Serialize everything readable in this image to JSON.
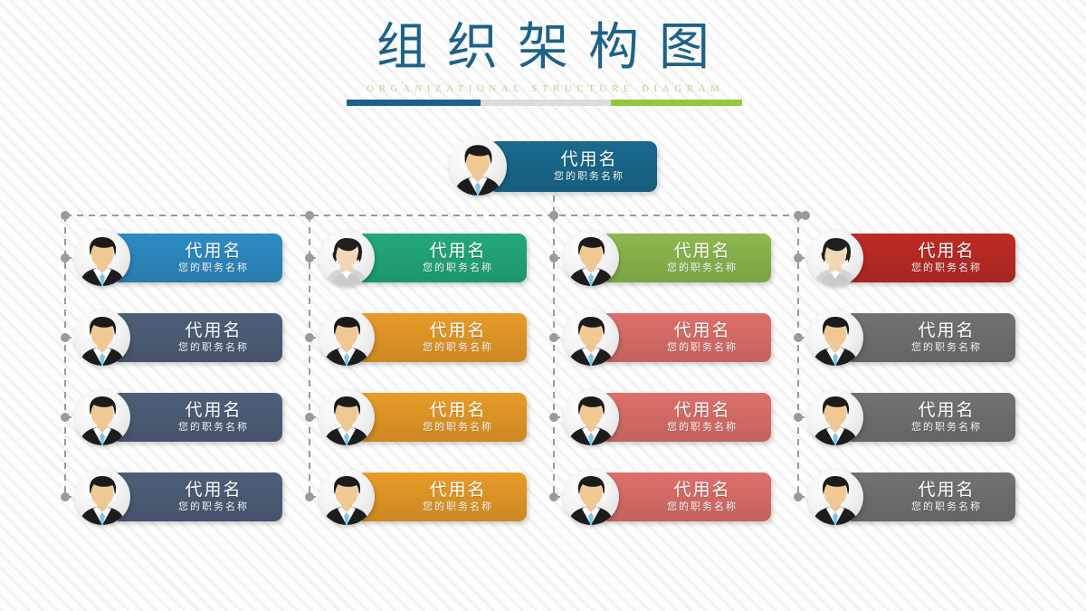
{
  "header": {
    "title": "组织架构图",
    "subtitle": "ORGANIZATIONAL STRUCTURE DIAGRAM",
    "title_color": "#1d6287",
    "subtitle_color": "#c2cf92",
    "rule_colors": [
      "#17628f",
      "#dcdcdc",
      "#92c73e"
    ]
  },
  "defaults": {
    "name": "代用名",
    "title": "您的职务名称"
  },
  "connector": {
    "color": "#9a9a9a",
    "style": "dashed",
    "dot_color": "#9a9a9a"
  },
  "top_node": {
    "name": "代用名",
    "title": "您的职务名称",
    "color": "#1a6a8e",
    "avatar": "male-avatar-icon"
  },
  "columns": [
    {
      "id": "column-1",
      "header": {
        "name": "代用名",
        "title": "您的职务名称",
        "color": "#2d8cc4",
        "avatar": "male-avatar-icon"
      },
      "sub_color": "#4f5e78",
      "items": [
        {
          "name": "代用名",
          "title": "您的职务名称",
          "avatar": "male-avatar-icon"
        },
        {
          "name": "代用名",
          "title": "您的职务名称",
          "avatar": "male-avatar-icon"
        },
        {
          "name": "代用名",
          "title": "您的职务名称",
          "avatar": "male-avatar-icon"
        }
      ]
    },
    {
      "id": "column-2",
      "header": {
        "name": "代用名",
        "title": "您的职务名称",
        "color": "#22a97a",
        "avatar": "female-avatar-icon"
      },
      "sub_color": "#e89b28",
      "items": [
        {
          "name": "代用名",
          "title": "您的职务名称",
          "avatar": "male-avatar-icon"
        },
        {
          "name": "代用名",
          "title": "您的职务名称",
          "avatar": "male-avatar-icon"
        },
        {
          "name": "代用名",
          "title": "您的职务名称",
          "avatar": "male-avatar-icon"
        }
      ]
    },
    {
      "id": "column-3",
      "header": {
        "name": "代用名",
        "title": "您的职务名称",
        "color": "#8cb94e",
        "avatar": "male-avatar-icon"
      },
      "sub_color": "#de6f6b",
      "items": [
        {
          "name": "代用名",
          "title": "您的职务名称",
          "avatar": "male-avatar-icon"
        },
        {
          "name": "代用名",
          "title": "您的职务名称",
          "avatar": "male-avatar-icon"
        },
        {
          "name": "代用名",
          "title": "您的职务名称",
          "avatar": "male-avatar-icon"
        }
      ]
    },
    {
      "id": "column-4",
      "header": {
        "name": "代用名",
        "title": "您的职务名称",
        "color": "#be2b25",
        "avatar": "female-avatar-icon"
      },
      "sub_color": "#727272",
      "items": [
        {
          "name": "代用名",
          "title": "您的职务名称",
          "avatar": "male-avatar-icon"
        },
        {
          "name": "代用名",
          "title": "您的职务名称",
          "avatar": "male-avatar-icon"
        },
        {
          "name": "代用名",
          "title": "您的职务名称",
          "avatar": "male-avatar-icon"
        }
      ]
    }
  ]
}
